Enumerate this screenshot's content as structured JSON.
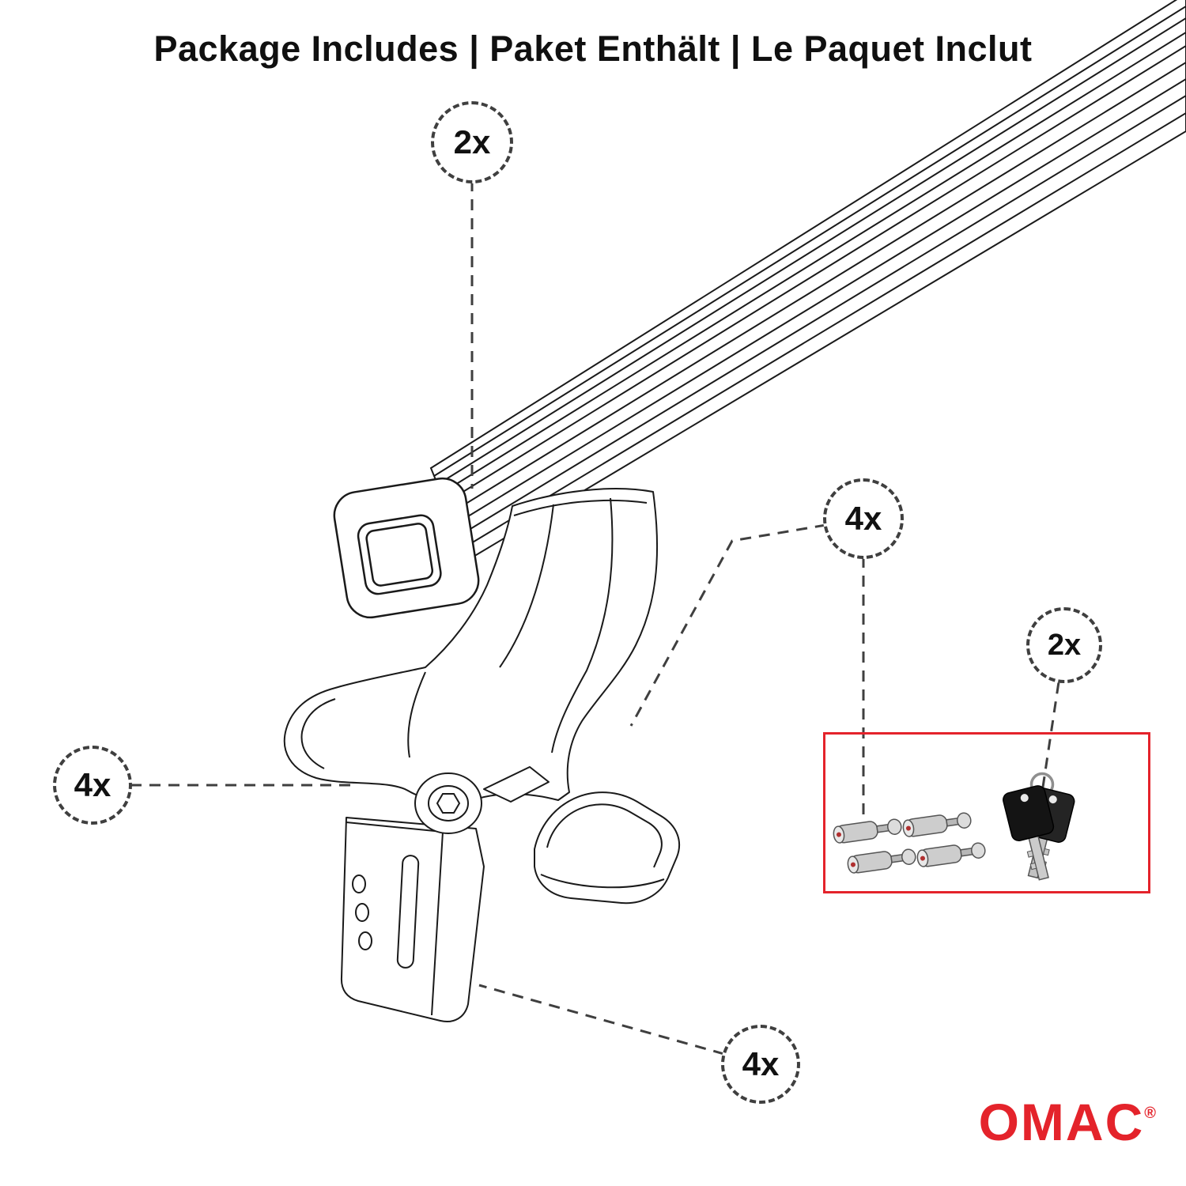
{
  "title": "Package Includes | Paket Enthält | Le Paquet Inclut",
  "callouts": {
    "crossbar": {
      "label": "2x"
    },
    "foot": {
      "label": "4x"
    },
    "lock_set": {
      "label": "4x"
    },
    "keys": {
      "label": "2x"
    },
    "bracket": {
      "label": "4x"
    }
  },
  "brand": {
    "name": "OMAC",
    "registered": "®"
  },
  "colors": {
    "accent_red": "#e4232b",
    "line_black": "#1a1a1a",
    "dash_gray": "#3f3f3f"
  },
  "icons": {
    "drawing": "roof-rack-crossbar-illustration",
    "lock_pins": "lock-cylinder-set-icon",
    "keys": "key-pair-icon"
  }
}
